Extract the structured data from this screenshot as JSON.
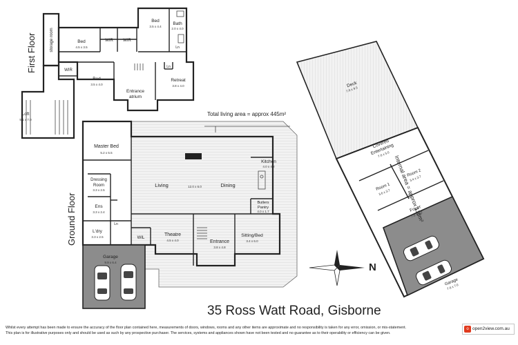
{
  "floors": {
    "first_floor": "First Floor",
    "ground_floor": "Ground Floor"
  },
  "rooms": {
    "storage": "storage room",
    "bed_first_left": {
      "name": "Bed",
      "dims": "4.5 x 3.5"
    },
    "wir_a": "WIR",
    "wir_b": "WIR",
    "bed_top": {
      "name": "Bed",
      "dims": "3.5 x 4.4"
    },
    "bath": {
      "name": "Bath",
      "dims": "2.0 x 4.0"
    },
    "wir_left": "WIR",
    "bed_first_mid": {
      "name": "Bed",
      "dims": "3.5 x 4.0"
    },
    "entrance_atrium": {
      "name": "Entrance",
      "name2": "atrium"
    },
    "ln_upper": "Ln",
    "retreat": {
      "name": "Retreat",
      "dims": "3.8 x 4.0"
    },
    "ln_first": "Ln",
    "loft": {
      "name": "Loft",
      "dims": "5.1 x 7.0"
    },
    "master_bed": {
      "name": "Master Bed",
      "dims": "5.2 x 5.5"
    },
    "dressing_room": {
      "name": "Dressing",
      "name2": "Room",
      "dims": "3.3 x 2.5"
    },
    "ens": {
      "name": "Ens",
      "dims": "3.3 x 2.4"
    },
    "laundry": {
      "name": "L'dry",
      "dims": "3.3 x 2.5"
    },
    "ln_ground": "Ln",
    "wil": "WIL",
    "living": "Living",
    "living_dims": "12.0 x 6.0",
    "dining": "Dining",
    "kitchen": {
      "name": "Kitchen",
      "dims": "4.0 x 4.2"
    },
    "butlers_pantry": {
      "name": "Butlers",
      "name2": "Pantry",
      "dims": "4.0 x 1.7"
    },
    "theatre": {
      "name": "Theatre",
      "dims": "4.5 x 4.0"
    },
    "entrance_ground": {
      "name": "Entrance",
      "dims": "3.8 x 4.8"
    },
    "sitting_bed": {
      "name": "Sitting/Bed",
      "dims": "3.4 x 6.0"
    },
    "garage_main": {
      "name": "Garage",
      "dims": "9.9 x 6.4"
    }
  },
  "outbuilding": {
    "deck": {
      "name": "Deck",
      "dims": "7.6 x 9.5"
    },
    "covered_entertaining": {
      "name": "Covered",
      "name2": "Entertaining",
      "dims": "7.6 x 5.0"
    },
    "room1": {
      "name": "Room 1",
      "dims": "3.6 x 3.7"
    },
    "room2": {
      "name": "Room 2",
      "dims": "3.4 x 3.7"
    },
    "foyer": {
      "name": "Foyer",
      "dims": "7.0 x 3.2"
    },
    "garage": {
      "name": "Garage",
      "dims": "7.6 x 7.0"
    }
  },
  "total_area": "Total living area = approx 445m²",
  "internal_area": "Internal area = approx 118m²",
  "compass": "N",
  "address": "35 Ross Watt Road, Gisborne",
  "disclaimer_1": "Whilst every attempt has been made to ensure the accuracy of the floor plan contained here, measurements of doors, windows, rooms and any other items are approximate and no responsibility is taken for any error, omission, or mis-statement.",
  "disclaimer_2": "This plan is for illustrative purposes only and should be used as such by any prospective purchaser. The services, systems and appliances shown have not been tested and no guarantee as to their operability or efficiency can be given.",
  "logo_text": "open2view.com.au",
  "colors": {
    "wall": "#222222",
    "deck": "#eeeeee",
    "garage": "#8c8c8c",
    "logo_accent": "#e03a1e"
  }
}
